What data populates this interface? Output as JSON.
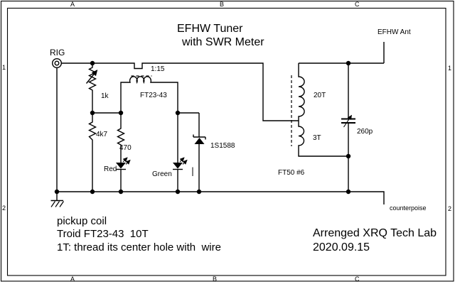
{
  "frame": {
    "cols": [
      "A",
      "B",
      "C"
    ],
    "rows": [
      "1",
      "2"
    ]
  },
  "title": {
    "line1": "EFHW Tuner",
    "line2": "with SWR Meter"
  },
  "labels": {
    "rig": "RIG",
    "efhw_ant": "EFHW Ant",
    "counterpoise": "counterpoise",
    "ratio": "1:15",
    "ft23": "FT23-43",
    "pot_1k": "1k",
    "r_4k7": "4k7",
    "r_470": "470",
    "led_red": "Red",
    "led_green": "Green",
    "diode": "1S1588",
    "winding_20t": "20T",
    "winding_3t": "3T",
    "ft50": "FT50 #6",
    "cap_260p": "260p"
  },
  "notes": {
    "pickup_line1": "pickup coil",
    "pickup_line2": "Troid FT23-43  10T",
    "pickup_line3": "1T: thread its center hole with  wire",
    "credit_line1": "Arrenged XRQ Tech Lab",
    "credit_line2": "2020.09.15"
  },
  "colors": {
    "ink": "#000000",
    "paper": "#ffffff"
  }
}
